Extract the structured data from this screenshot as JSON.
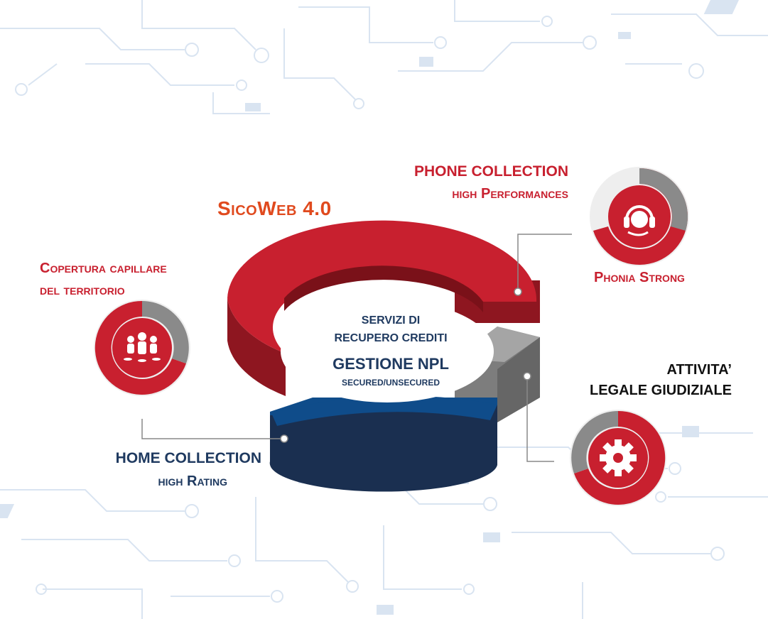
{
  "brand": {
    "title": "SicoWeb 4.0"
  },
  "center": {
    "line1": "SERVIZI DI",
    "line2": "RECUPERO CREDITI",
    "line3": "GESTIONE NPL",
    "line4": "SECURED/UNSECURED"
  },
  "phone": {
    "title": "PHONE COLLECTION",
    "subtitle": "high Performances",
    "badge_label": "Phonia Strong",
    "icon": "headset-icon"
  },
  "copertura": {
    "line1": "Copertura capillare",
    "line2": "del territorio",
    "icon": "people-group-icon"
  },
  "legal": {
    "line1": "ATTIVITA’",
    "line2": "LEGALE GIUDIZIALE",
    "icon": "gear-icon"
  },
  "home": {
    "title": "HOME COLLECTION",
    "subtitle": "high Rating"
  },
  "colors": {
    "red": "#c8202f",
    "dark_red": "#8e1620",
    "navy": "#1f3a60",
    "blue": "#0f4c8a",
    "gray": "#8a8a8a",
    "orange": "#e04a1e",
    "circuit": "#dbe6f2"
  }
}
